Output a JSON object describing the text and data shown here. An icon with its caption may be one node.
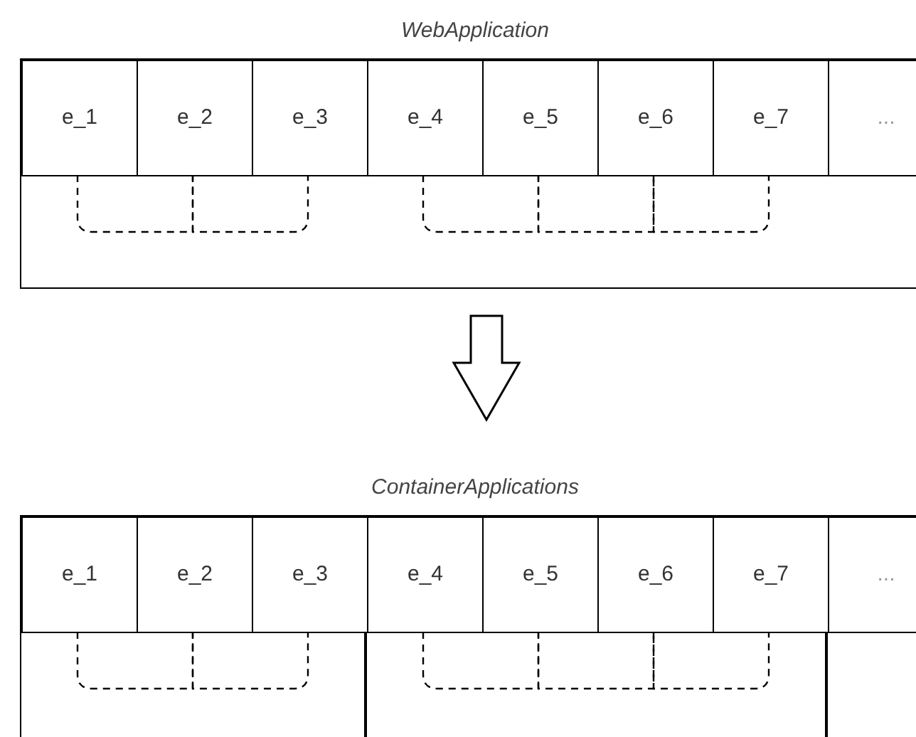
{
  "diagram": {
    "nodes": [
      {
        "text": [
          "WebApplication"
        ]
      },
      {
        "text": [
          "e_1"
        ],
        "in": 0
      },
      {
        "text": [
          "e_2"
        ],
        "in": 0
      },
      {
        "text": [
          "e_3"
        ],
        "in": 0
      },
      {
        "text": [
          "e_4"
        ],
        "in": 0
      },
      {
        "text": [
          "e_5"
        ],
        "in": 0
      },
      {
        "text": [
          "e_6"
        ],
        "in": 0
      },
      {
        "text": [
          "e_7"
        ],
        "in": 0
      },
      {
        "text": [
          "..."
        ],
        "in": 0
      },
      {
        "text": [
          "ContainerApplications"
        ]
      },
      {
        "text": [
          "e_1"
        ],
        "in": 9
      },
      {
        "text": [
          "e_2"
        ],
        "in": 9
      },
      {
        "text": [
          "e_3"
        ],
        "in": 9
      },
      {
        "text": [
          "e_4"
        ],
        "in": 9
      },
      {
        "text": [
          "e_5"
        ],
        "in": 9
      },
      {
        "text": [
          "e_6"
        ],
        "in": 9
      },
      {
        "text": [
          "e_7"
        ],
        "in": 9
      },
      {
        "text": [
          "..."
        ],
        "in": 9
      }
    ],
    "edges": [
      {
        "from": 1,
        "to": 2,
        "arrow": "none",
        "style": "dashed"
      },
      {
        "from": 2,
        "to": 3,
        "arrow": "none",
        "style": "dashed"
      },
      {
        "from": 4,
        "to": 5,
        "arrow": "none",
        "style": "dashed"
      },
      {
        "from": 5,
        "to": 6,
        "arrow": "none",
        "style": "dashed"
      },
      {
        "from": 6,
        "to": 7,
        "arrow": "none",
        "style": "dashed"
      },
      {
        "from": 10,
        "to": 11,
        "arrow": "none",
        "style": "dashed"
      },
      {
        "from": 11,
        "to": 12,
        "arrow": "none",
        "style": "dashed"
      },
      {
        "from": 13,
        "to": 14,
        "arrow": "none",
        "style": "dashed"
      },
      {
        "from": 14,
        "to": 15,
        "arrow": "none",
        "style": "dashed"
      },
      {
        "from": 15,
        "to": 16,
        "arrow": "none",
        "style": "dashed"
      },
      {
        "from": 0,
        "to": 9,
        "arrow": "to",
        "style": "thick"
      }
    ]
  }
}
